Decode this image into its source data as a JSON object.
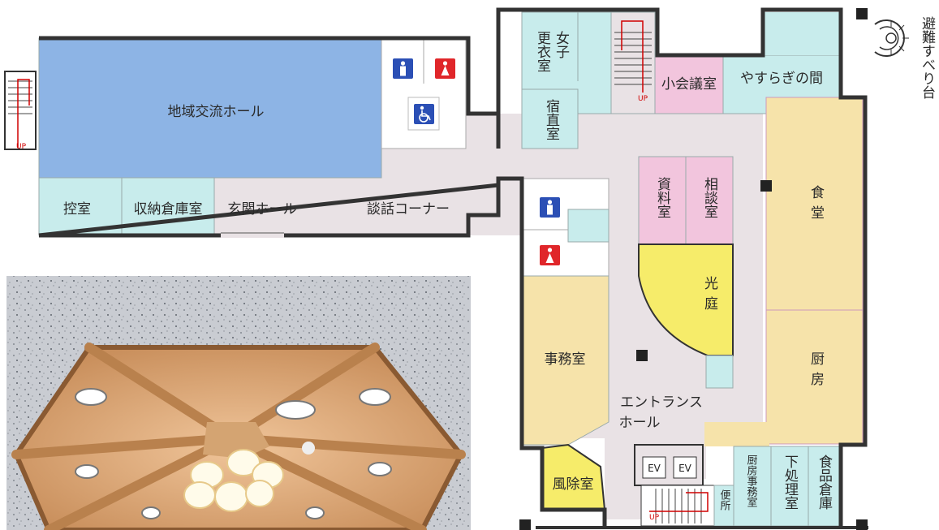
{
  "rooms": {
    "hall": "地域交流ホール",
    "hikae": "控室",
    "storage": "収納倉庫室",
    "entrance_hall": "玄関ホール",
    "lounge": "談話コーナー",
    "changing_room": "更衣室",
    "women": "女子",
    "night_duty": "宿直室",
    "small_meeting": "小会議室",
    "yasuragi": "やすらぎの間",
    "dining": "食堂",
    "materials": "資料室",
    "consult": "相談室",
    "courtyard": "光庭",
    "office": "事務室",
    "kitchen": "厨房",
    "entrance_hall2": "エントランス",
    "entrance_hall2b": "ホール",
    "windbreak": "風除室",
    "kitchen_office": "厨房事務室",
    "prep_room": "下処理室",
    "food_storage": "食品倉庫",
    "toilet": "便所",
    "evacuation": "避難すべり台"
  },
  "labels": {
    "up": "UP",
    "ev": "EV"
  },
  "colors": {
    "hall": "#8db4e5",
    "pale_cyan": "#c8ecec",
    "corridor": "#e9e2e5",
    "pink": "#f2c5dd",
    "tan": "#f6e3aa",
    "yellow": "#f6ec6a",
    "wall": "#333333",
    "male": "#2b4fb5",
    "female": "#e0262a",
    "accessible": "#2b4fb5"
  },
  "icons": [
    "male-toilet-icon",
    "female-toilet-icon",
    "wheelchair-icon",
    "stair-icon",
    "slide-icon"
  ]
}
